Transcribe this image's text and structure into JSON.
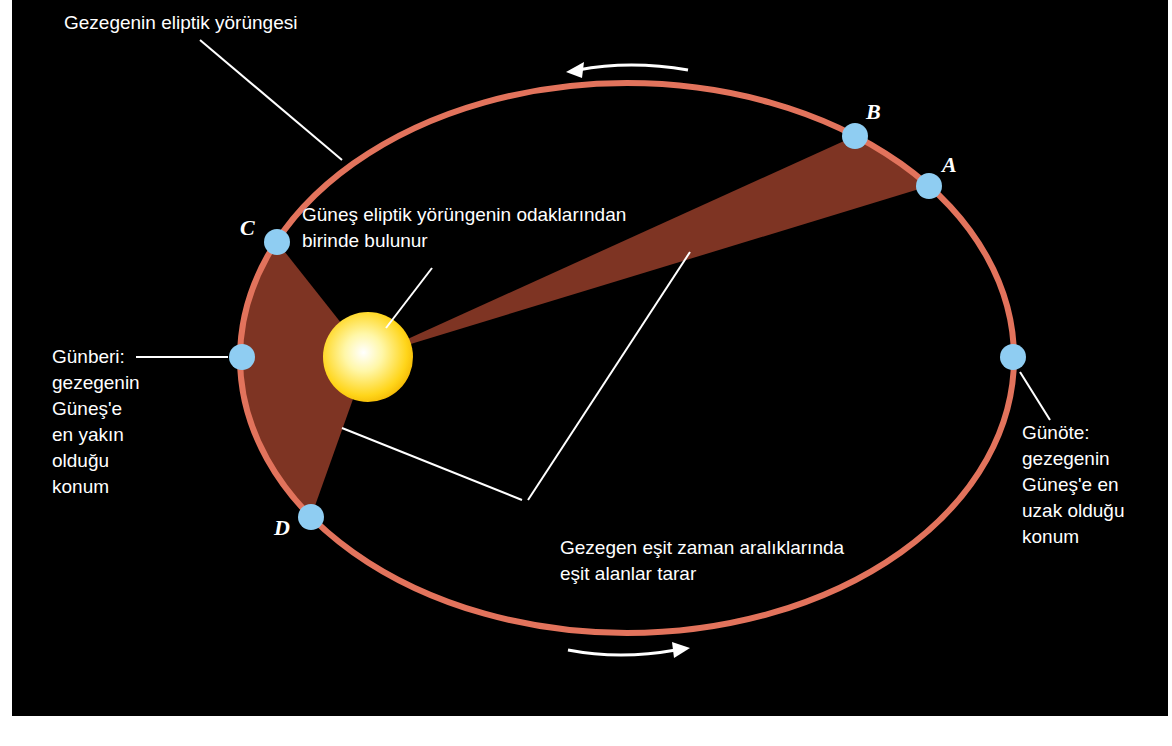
{
  "diagram": {
    "labels": [
      "Gezegenin eliptik yörüngesi",
      "B",
      "A",
      "C",
      "Güneş eliptik yörüngenin odaklarından birinde bulunur",
      "Günberi: gezegenin Güneş'e en yakın olduğu konum",
      "Günöte: gezegenin Güneş'e en uzak olduğu konum",
      "D",
      "Gezegen eşit zaman aralıklarında eşit alanlar tarar"
    ]
  }
}
